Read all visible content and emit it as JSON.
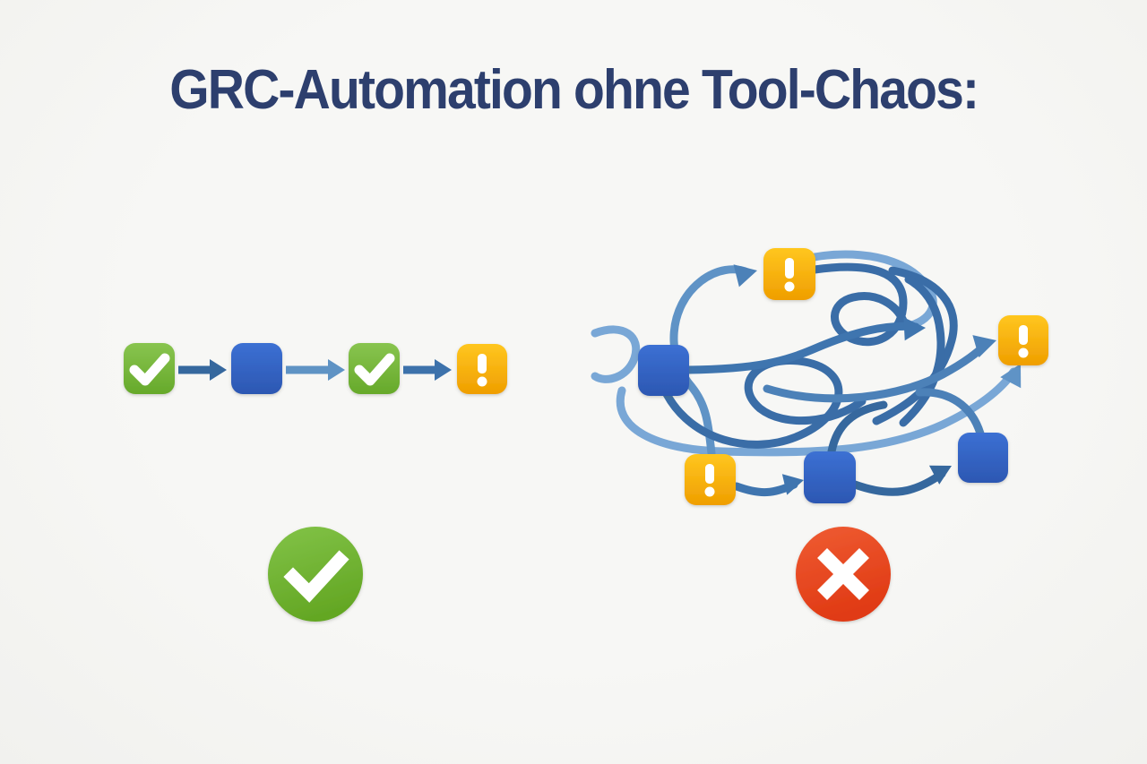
{
  "title": "GRC-Automation ohne Tool-Chaos:",
  "diagram": {
    "type": "comparison-illustration",
    "left_panel": {
      "id": "structured-workflow",
      "verdict": "success",
      "nodes": [
        {
          "id": "step-1",
          "icon": "check-square"
        },
        {
          "id": "step-2",
          "icon": "process-square"
        },
        {
          "id": "step-3",
          "icon": "check-square"
        },
        {
          "id": "step-4",
          "icon": "warning-square"
        }
      ],
      "edges": [
        {
          "from": "step-1",
          "to": "step-2",
          "style": "straight-arrow"
        },
        {
          "from": "step-2",
          "to": "step-3",
          "style": "straight-arrow"
        },
        {
          "from": "step-3",
          "to": "step-4",
          "style": "straight-arrow"
        }
      ]
    },
    "right_panel": {
      "id": "tool-chaos",
      "verdict": "failure",
      "nodes": [
        {
          "id": "node-blue-left",
          "icon": "process-square"
        },
        {
          "id": "node-warning-top",
          "icon": "warning-square"
        },
        {
          "id": "node-warning-right",
          "icon": "warning-square"
        },
        {
          "id": "node-warning-bottom",
          "icon": "warning-square"
        },
        {
          "id": "node-blue-center",
          "icon": "process-square"
        },
        {
          "id": "node-blue-right",
          "icon": "process-square"
        }
      ],
      "edges_style": "tangled-crossing-curved-arrows",
      "edges": [
        {
          "from": "node-warning-bottom",
          "to": "node-warning-top"
        },
        {
          "from": "node-blue-left",
          "to": "open-space"
        },
        {
          "from": "tangle",
          "to": "node-warning-right"
        },
        {
          "from": "tangle",
          "to": "node-warning-right-bottom"
        },
        {
          "from": "node-warning-bottom",
          "to": "node-blue-center"
        },
        {
          "from": "node-blue-center",
          "to": "node-blue-right"
        }
      ]
    }
  },
  "icons": {
    "check": "✓",
    "warning": "!",
    "success_circle": "✓",
    "failure_circle": "✕"
  },
  "colors": {
    "background": "#f5f5f3",
    "title_text": "#2d3f6e",
    "green_square_top": "#88c44f",
    "green_square_bottom": "#66a92a",
    "blue_square_top": "#3c70d3",
    "blue_square_bottom": "#2c57b2",
    "yellow_square_top": "#ffc61f",
    "yellow_square_bottom": "#ef9e00",
    "arrow_dark": "#36689e",
    "arrow_mid": "#3f75af",
    "arrow_light": "#6398cb",
    "tangle_light": "#79a7d6",
    "success_green": "#72b832",
    "failure_red": "#e8441d",
    "glyph_white": "#ffffff"
  }
}
